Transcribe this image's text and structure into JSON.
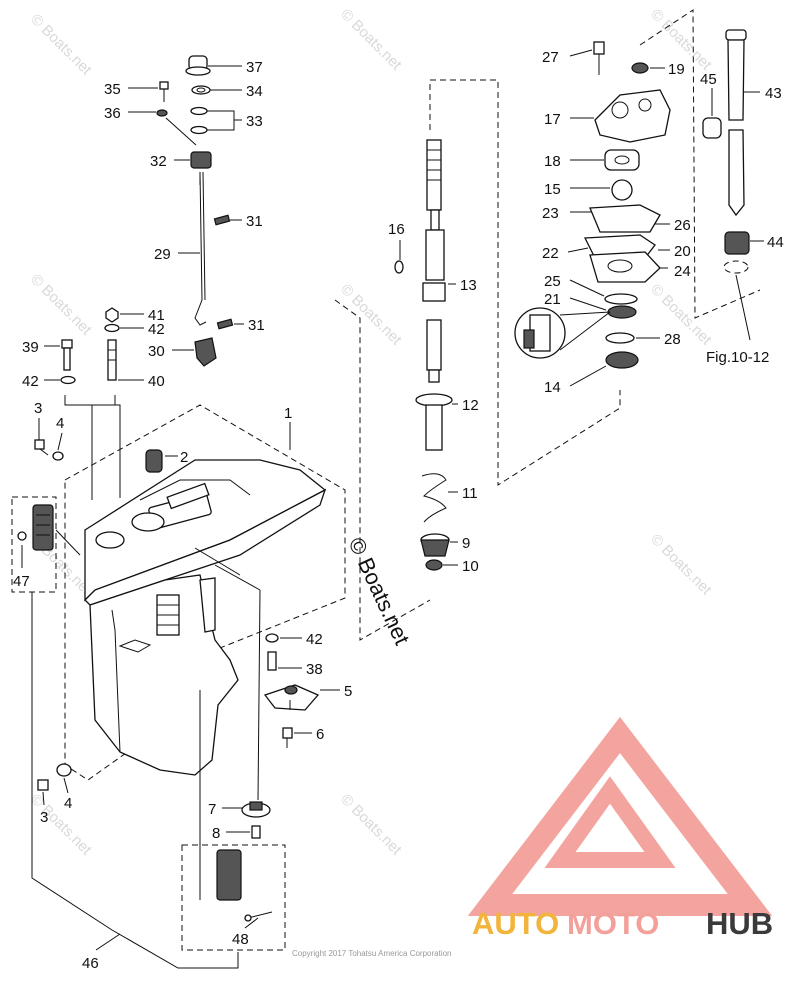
{
  "watermark": "© Boats.net",
  "center_watermark": "© Boats.net",
  "figure_ref": "Fig.10-12",
  "copyright": "Copyright 2017 Tohatsu America Corporation",
  "logo": {
    "part1": "AUTO",
    "part2": "MOTO",
    "part3": "HUB",
    "color_a": "#f2b43a",
    "color_b": "#f4a09a",
    "color_c": "#3a3a3a",
    "triangle_color": "#f08a84"
  },
  "callouts": {
    "p1": "1",
    "p2": "2",
    "p3a": "3",
    "p3b": "3",
    "p4a": "4",
    "p4b": "4",
    "p5": "5",
    "p6": "6",
    "p7": "7",
    "p8": "8",
    "p9": "9",
    "p10": "10",
    "p11": "11",
    "p12": "12",
    "p13": "13",
    "p14": "14",
    "p15": "15",
    "p16": "16",
    "p17": "17",
    "p18": "18",
    "p19": "19",
    "p20": "20",
    "p21": "21",
    "p22": "22",
    "p23": "23",
    "p24": "24",
    "p25": "25",
    "p26": "26",
    "p27": "27",
    "p28": "28",
    "p29": "29",
    "p30": "30",
    "p31a": "31",
    "p31b": "31",
    "p32": "32",
    "p33": "33",
    "p34": "34",
    "p35": "35",
    "p36": "36",
    "p37": "37",
    "p38": "38",
    "p39": "39",
    "p40": "40",
    "p41": "41",
    "p42a": "42",
    "p42b": "42",
    "p42c": "42",
    "p43": "43",
    "p44": "44",
    "p45": "45",
    "p46": "46",
    "p47": "47",
    "p48": "48"
  }
}
